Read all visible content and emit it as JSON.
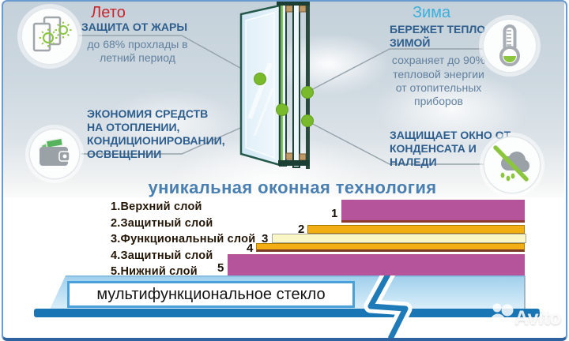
{
  "seasons": {
    "summer": "Лето",
    "winter": "Зима"
  },
  "callouts": {
    "heat": {
      "title": "ЗАЩИТА ОТ ЖАРЫ",
      "body": "до 68% прохлады в\nлетний период",
      "icon": "window-sun-icon"
    },
    "warmth": {
      "title": "БЕРЕЖЕТ ТЕПЛО\nЗИМОЙ",
      "body": "сохраняет до 90%\nтепловой энергии\nот отопительных\nприборов",
      "icon": "thermometer-icon"
    },
    "economy": {
      "title": "ЭКОНОМИЯ СРЕДСТВ\nНА ОТОПЛЕНИИ,\nКОНДИЦИОНИРОВАНИИ,\nОСВЕЩЕНИИ",
      "icon": "wallet-icon"
    },
    "condensation": {
      "title": "ЗАЩИЩАЕТ ОКНО ОТ\nКОНДЕНСАТА И\nНАЛЕДИ",
      "icon": "no-rain-cloud-icon"
    }
  },
  "tagline": "уникальная оконная технология",
  "glass_layers": {
    "labels": [
      "1.Верхний слой",
      "2.Защитный слой",
      "3.Функциональный слой",
      "4.Защитный слой",
      "5.Нижний слой"
    ],
    "numbers": [
      "1",
      "2",
      "3",
      "4",
      "5"
    ]
  },
  "footer": {
    "product_label": "мультифункциональное стекло"
  },
  "watermark": {
    "brand": "Avito"
  },
  "colors": {
    "summer_red": "#c8252c",
    "winter_cyan": "#3ab0dc",
    "heading_blue": "#2d5e8d",
    "body_blue": "#62819f",
    "tagline_blue": "#4a7fb2",
    "layer_magenta": "#b5539b",
    "layer_gold": "#f2ae13",
    "layer_cream": "#faf6c6",
    "podium_blue": "#1a75b5",
    "podium_light": "#a3d2ee",
    "accent_green": "#8cc63e"
  }
}
